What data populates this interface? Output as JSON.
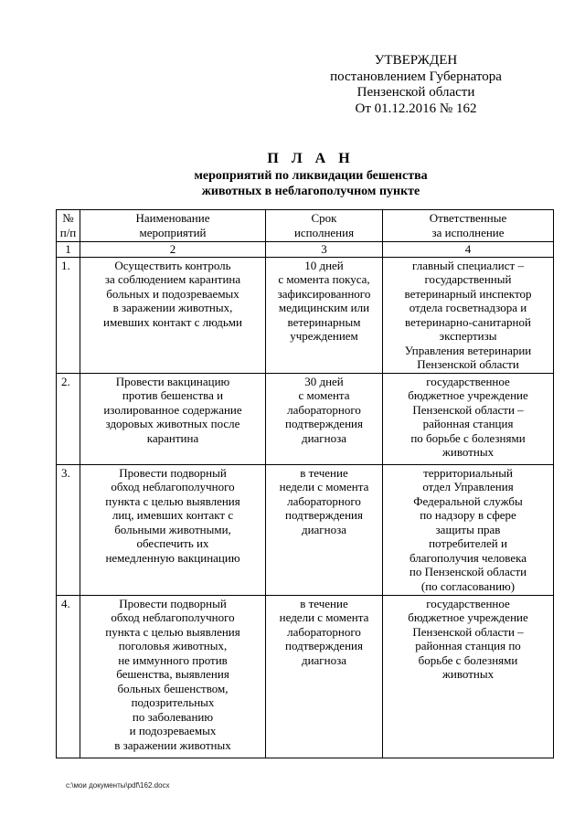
{
  "approval": {
    "line1": "УТВЕРЖДЕН",
    "line2": "постановлением Губернатора",
    "line3": "Пензенской области",
    "line4": "От  01.12.2016  № 162"
  },
  "title": {
    "heading": "П Л А Н",
    "subtitle": "мероприятий по ликвидации бешенства\nживотных в неблагополучном пункте"
  },
  "table": {
    "headers": [
      "№\nп/п",
      "Наименование\nмероприятий",
      "Срок\nисполнения",
      "Ответственные\nза исполнение"
    ],
    "index_row": [
      "1",
      "2",
      "3",
      "4"
    ],
    "rows": [
      {
        "num": "1.",
        "name": "Осуществить контроль\nза соблюдением карантина\nбольных и подозреваемых\nв заражении животных,\nимевших контакт с людьми",
        "term": "10 дней\nс момента покуса,\nзафиксированного\nмедицинским или\nветеринарным\nучреждением",
        "resp": "главный специалист –\nгосударственный\nветеринарный инспектор\nотдела госветнадзора и\nветеринарно-санитарной\nэкспертизы\nУправления ветеринарии\nПензенской области"
      },
      {
        "num": "2.",
        "name": "Провести вакцинацию\nпротив бешенства и\nизолированное содержание\nздоровых животных после\nкарантина",
        "term": "30 дней\nс момента\nлабораторного\nподтверждения\nдиагноза",
        "resp": "государственное\nбюджетное учреждение\nПензенской области –\nрайонная станция\nпо борьбе с болезнями\nживотных"
      },
      {
        "num": "3.",
        "name": "Провести подворный\nобход неблагополучного\nпункта с целью выявления\nлиц, имевших контакт с\nбольными животными,\nобеспечить их\nнемедленную вакцинацию",
        "term": "в течение\nнедели с момента\nлабораторного\nподтверждения\nдиагноза",
        "resp": "территориальный\nотдел Управления\nФедеральной службы\nпо надзору в сфере\nзащиты прав\nпотребителей и\nблагополучия человека\nпо Пензенской области\n(по согласованию)"
      },
      {
        "num": "4.",
        "name": "Провести подворный\nобход неблагополучного\nпункта с целью выявления\nпоголовья животных,\nне иммунного против\nбешенства, выявления\nбольных бешенством,\nподозрительных\nпо заболеванию\nи подозреваемых\nв заражении животных",
        "term": "в течение\nнедели с момента\nлабораторного\nподтверждения\nдиагноза",
        "resp": "государственное\nбюджетное учреждение\nПензенской области –\nрайонная станция по\nборьбе с болезнями\nживотных"
      }
    ]
  },
  "footer": {
    "path": "c:\\мои документы\\pdf\\162.docx"
  }
}
